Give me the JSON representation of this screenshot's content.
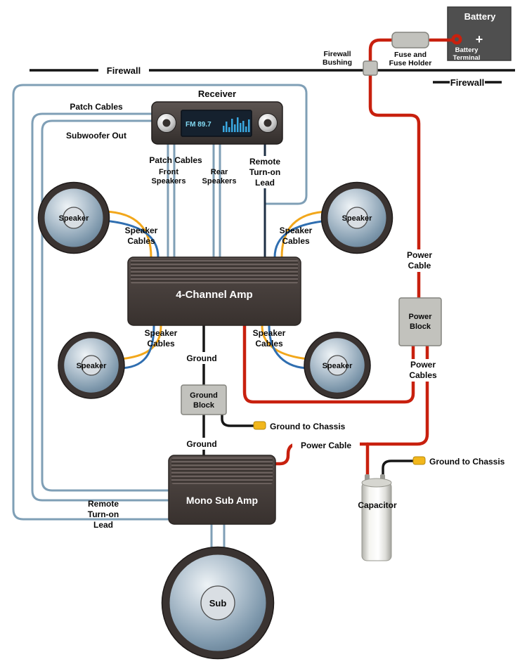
{
  "colors": {
    "power_wire": "#c8200e",
    "patch_wire": "#7f9fb6",
    "remote_wire": "#1d2f44",
    "speaker_wire_yellow": "#f2a71b",
    "speaker_wire_blue": "#2f6eb0",
    "ground_wire": "#161616",
    "connector_yellow": "#f2b71c"
  },
  "firewall": {
    "label_left": "Firewall",
    "label_right": "Firewall"
  },
  "battery": {
    "title": "Battery",
    "plus": "+",
    "terminal_line1": "Battery",
    "terminal_line2": "Terminal"
  },
  "fuse": {
    "line1": "Fuse and",
    "line2": "Fuse Holder"
  },
  "bushing": {
    "line1": "Firewall",
    "line2": "Bushing"
  },
  "receiver": {
    "title": "Receiver",
    "display": "FM 89.7"
  },
  "patch_left": {
    "line1": "Patch Cables",
    "line2": "Subwoofer Out"
  },
  "patch_below": {
    "title": "Patch Cables",
    "front1": "Front",
    "front2": "Speakers",
    "rear1": "Rear",
    "rear2": "Speakers"
  },
  "remote": {
    "line1": "Remote",
    "line2": "Turn-on",
    "line3": "Lead"
  },
  "speaker": {
    "label": "Speaker",
    "cables1": "Speaker",
    "cables2": "Cables"
  },
  "amp4": {
    "title": "4-Channel Amp"
  },
  "mono_amp": {
    "title": "Mono Sub Amp"
  },
  "power": {
    "cable1": "Power",
    "cable2": "Cable",
    "block1": "Power",
    "block2": "Block",
    "cables1": "Power",
    "cables2": "Cables",
    "cable_mid": "Power Cable"
  },
  "ground": {
    "label": "Ground",
    "block1": "Ground",
    "block2": "Block",
    "to_chassis": "Ground to Chassis"
  },
  "capacitor": {
    "label": "Capacitor"
  },
  "sub": {
    "label": "Sub"
  }
}
